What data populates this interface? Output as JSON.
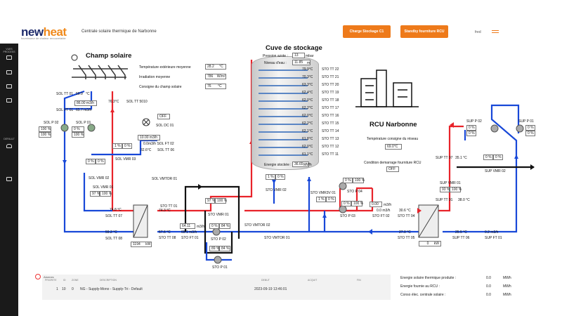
{
  "header": {
    "logo_a": "new",
    "logo_b": "heat",
    "tagline": "fournisseur de chaleur renouvelable",
    "app_title": "Centrale solaire thermique de Narbonne",
    "btn_storage": "Charge Stockage C1",
    "btn_standby": "Standby fourniture RCU",
    "user": "fred"
  },
  "sidebar": {
    "items": [
      {
        "label": "VUES PROCESS",
        "icon": "monitor-icon"
      },
      {
        "label": "",
        "icon": "storage-icon"
      },
      {
        "label": "",
        "icon": "settings-icon"
      },
      {
        "label": "",
        "icon": "network-icon"
      },
      {
        "label": "DEFAULT",
        "icon": "bell-icon"
      },
      {
        "label": "",
        "icon": "list-icon"
      }
    ]
  },
  "solar": {
    "title": "Champ solaire",
    "outdoor_temp_label": "Température extérieure moyenne",
    "outdoor_temp": "28.2",
    "outdoor_temp_unit": "°C",
    "irradiation_label": "Irradiation moyenne",
    "irradiation": "786",
    "irradiation_unit": "W/m²",
    "setpoint_label": "Consigne du champ solaire",
    "setpoint": "76",
    "setpoint_unit": "°C",
    "sol_tt01_label": "SOL TT 01",
    "sol_tt01": "59.9",
    "sol_tt01_unit": "°C",
    "flow": "86.00 m3/h",
    "sol_ft01": "SOL FT 01",
    "sol_ft01_val": "65.7 m3/h",
    "tt5010": "76.3°C",
    "tt5010_label": "SOL TT 5010",
    "solp02": "SOL P 02",
    "solp02_a": "100 %",
    "solp02_b": "100 %",
    "solp01": "SOL P 01",
    "solp01_a": "0 %",
    "solp01_b": "100 %",
    "dc01": "OFF",
    "dc01_label": "SOL DC 01",
    "ft02": "10.00 m3/h",
    "ft02_b": "0.0m3/h SOL FT 02",
    "tt06": "32.6°C",
    "tt06_label": "SOL TT 06",
    "vmr03": "SOL VMR 03",
    "vmr03_a": "1 %",
    "vmr03_b": "0 %",
    "vmr02": "SOL VMR 02",
    "vmr02_a": "0 %",
    "vmr02_b": "0 %",
    "vmr01": "SOL VMR 01",
    "vmr01_a": "97 %",
    "vmr01_b": "100 %",
    "vmtor01": "SOL VMTOR 01",
    "tt07": "74.8 °C",
    "tt07_label": "SOL TT 07",
    "tt08": "59.2 °C",
    "tt08_label": "SOL TT 08",
    "hx_kw": "1194",
    "hx_unit": "kW"
  },
  "storage": {
    "title": "Cuve de stockage",
    "pressure_label": "Pression azote :",
    "pressure": "13",
    "pressure_unit": "mbar",
    "level_label": "Niveau d'eau :",
    "level": "11.85",
    "level_unit": "m",
    "sensors": [
      {
        "t": "79.9°C",
        "n": "STO TT 22"
      },
      {
        "t": "70.3°C",
        "n": "STO TT 21"
      },
      {
        "t": "63.3°C",
        "n": "STO TT 20"
      },
      {
        "t": "62.4°C",
        "n": "STO TT 19"
      },
      {
        "t": "62.0°C",
        "n": "STO TT 18"
      },
      {
        "t": "62.2°C",
        "n": "STO TT 17"
      },
      {
        "t": "62.0°C",
        "n": "STO TT 16"
      },
      {
        "t": "62.2°C",
        "n": "STO TT 15"
      },
      {
        "t": "62.1°C",
        "n": "STO TT 14"
      },
      {
        "t": "61.8°C",
        "n": "STO TT 13"
      },
      {
        "t": "62.0°C",
        "n": "STO TT 12"
      },
      {
        "t": "61.1°C",
        "n": "STO TT 11"
      }
    ],
    "energy_label": "Energie stockée :",
    "energy": "36.65",
    "energy_unit": "MWh",
    "vmr02": "STO VMR 02",
    "vmr02_a": "1 %",
    "vmr02_b": "0 %",
    "tt01": "74.3 °C",
    "tt01_label": "STO TT 01",
    "ft01": "65.1 m3/h",
    "ft01_label": "STO FT 01",
    "tt08": "57.6 °C",
    "tt08_label": "STO TT 08",
    "vmr01": "STO VMR 01",
    "vmr01_a": "97 %",
    "vmr01_b": "100 %",
    "p02": "STO P 02",
    "p02_flow": "64.11",
    "p02_unit": "m3/h",
    "p02_a": "0 %",
    "p02_b": "84 %",
    "p01": "STO P 01",
    "p01_a": "89 %",
    "p01_b": "84 %",
    "vmtor02": "STO VMTOR 02",
    "vmtor01": "STO VMTOR 01",
    "vmr3v01": "STO VMR3V 01",
    "vmr3v_a": "1 %",
    "vmr3v_b": "0 %",
    "p04": "STO P 04",
    "p04_a": "0 %",
    "p04_b": "100 %",
    "p03": "STO P 03",
    "p03_a": "0 %",
    "p03_b": "100 %",
    "ft02": "0.00",
    "ft02_unit": "m3/h",
    "ft02_b": "0.0 m3/h",
    "ft02_label": "STO FT 02",
    "tt04": "30.6 °C",
    "tt04_label": "STO TT 04",
    "tt05": "27.0 °C",
    "tt05_label": "STO TT 05",
    "hx_kw": "0",
    "hx_unit": "kW"
  },
  "rcu": {
    "title": "RCU Narbonne",
    "setpoint_label": "Température consigne du réseau",
    "setpoint": "69.0°C",
    "cond_label": "Condition demarrage fourniture RCU",
    "cond": "OFF",
    "supp02": "SUP P 02",
    "supp02_a": "0 %",
    "supp02_b": "0 %",
    "supp01": "SUP P 01",
    "supp01_a": "0 %",
    "supp01_b": "0 %",
    "tt07": "SUP TT 07",
    "tt07_val": "35.1 °C",
    "vmr02": "SUP VMR 02",
    "vmr02_a": "0 %",
    "vmr02_b": "0 %",
    "vmr01": "SUP VMR 01",
    "vmr01_a": "93 %",
    "vmr01_b": "100 %",
    "tt01": "SUP TT 01",
    "tt01_val": "38.0 °C",
    "tt06": "25.5 °C",
    "tt06_label": "SUP TT 06",
    "ft01": "0.2 m3/h",
    "ft01_label": "SUP FT 01"
  },
  "alarms": {
    "title": "Alarmes",
    "headers": [
      "PRIORITE",
      "ID",
      "ZONE",
      "DESCRIPTION",
      "DEBUT",
      "ACQUIT",
      "FIN"
    ],
    "row": [
      "1",
      "10",
      "0",
      "NG - Supply-Mono - Supply-Tri - Default",
      "2023-09-19 13:46:01",
      "",
      ""
    ]
  },
  "energy": {
    "rows": [
      {
        "label": "Energie solaire thermique produite :",
        "val": "0.0",
        "unit": "MWh"
      },
      {
        "label": "Energie fournie au RCU :",
        "val": "0.0",
        "unit": "MWh"
      },
      {
        "label": "Conso élec. centrale solaire :",
        "val": "0.0",
        "unit": "MWh"
      }
    ]
  },
  "colors": {
    "hot": "#e8232a",
    "cold": "#1848d8",
    "accent": "#ee7a1a",
    "black": "#111111"
  }
}
